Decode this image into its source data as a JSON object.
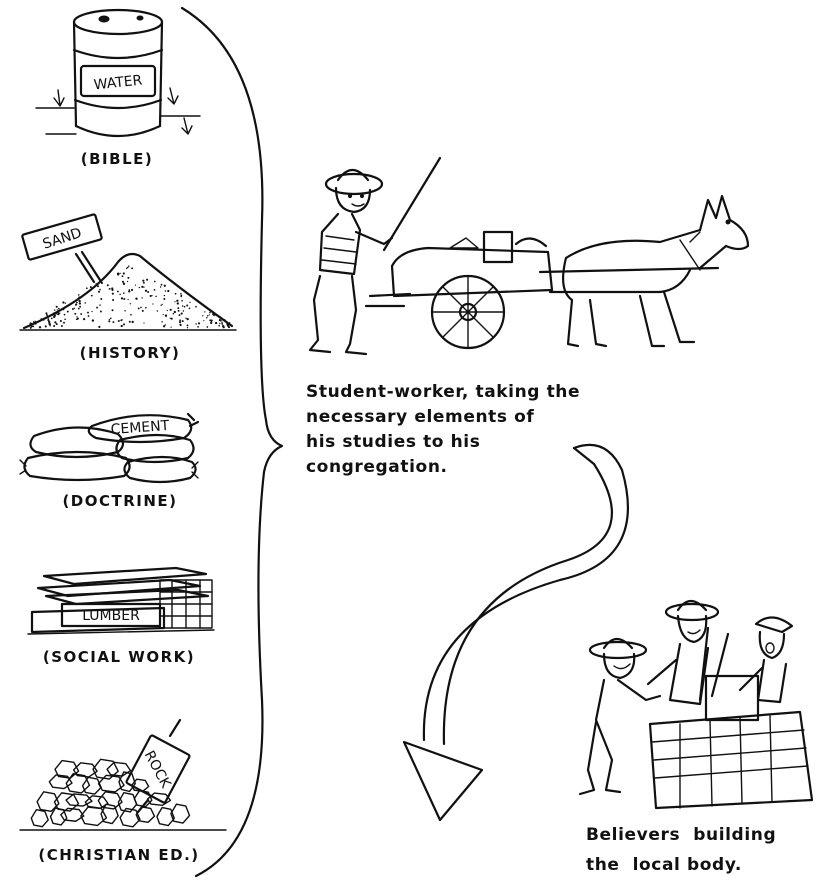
{
  "items": [
    {
      "label": "WATER",
      "caption": "(BIBLE)"
    },
    {
      "label": "SAND",
      "caption": "(HISTORY)"
    },
    {
      "label": "CEMENT",
      "caption": "(DOCTRINE)"
    },
    {
      "label": "LUMBER",
      "caption": "(SOCIAL WORK)"
    },
    {
      "label": "ROCK",
      "caption": "(CHRISTIAN ED.)"
    }
  ],
  "worker_caption": [
    "Student-worker, taking the",
    "necessary elements of",
    "his studies to his",
    "congregation."
  ],
  "believers_caption": [
    "Believers  building",
    "the  local body."
  ]
}
